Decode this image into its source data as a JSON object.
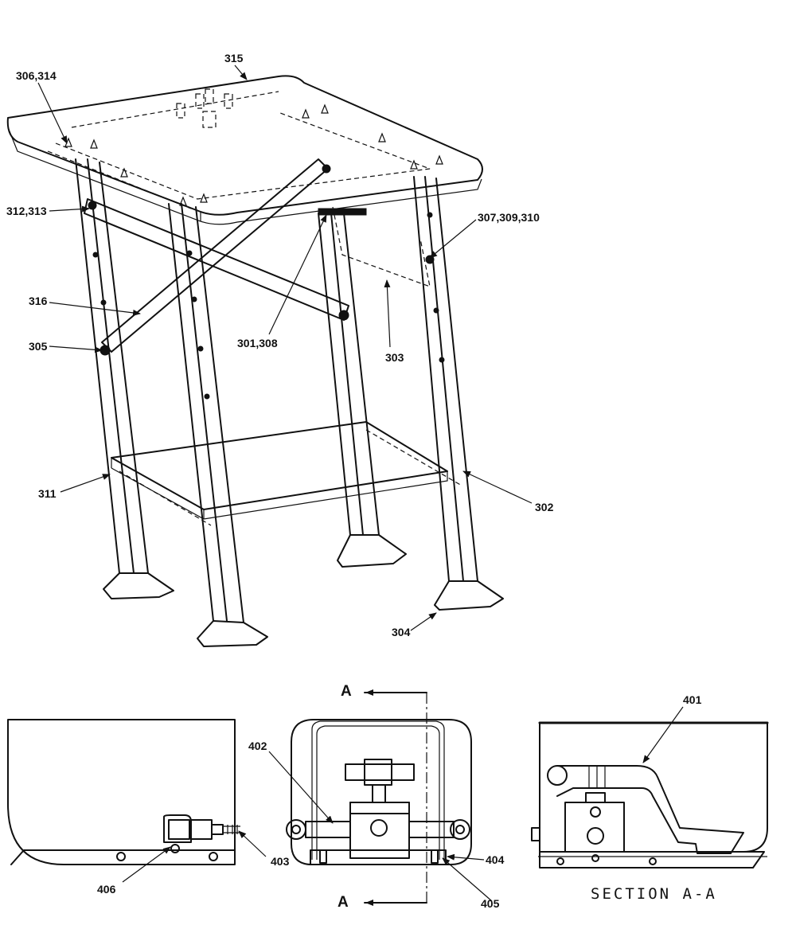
{
  "callouts": {
    "c315": "315",
    "c306_314": "306,314",
    "c312_313": "312,313",
    "c307_309_310": "307,309,310",
    "c316": "316",
    "c305": "305",
    "c301_308": "301,308",
    "c303": "303",
    "c311": "311",
    "c302": "302",
    "c304": "304",
    "c401": "401",
    "c402": "402",
    "c403": "403",
    "c404": "404",
    "c405": "405",
    "c406": "406"
  },
  "section": {
    "marker_top": "A",
    "marker_bottom": "A",
    "title": "SECTION  A-A"
  },
  "colors": {
    "line": "#111111",
    "background": "#ffffff"
  }
}
